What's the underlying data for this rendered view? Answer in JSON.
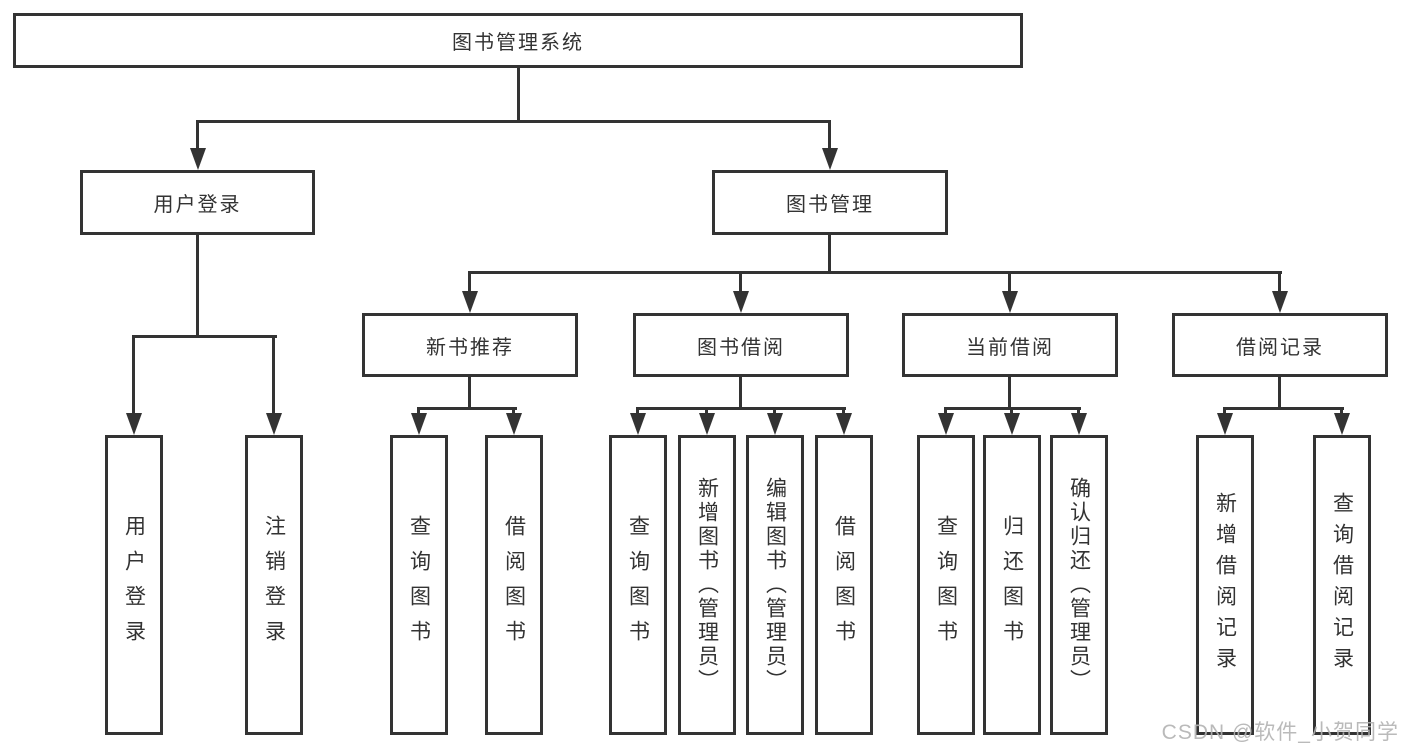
{
  "diagram": {
    "root": {
      "label": "图书管理系统"
    },
    "level2": [
      {
        "label": "用户登录",
        "parent": "图书管理系统"
      },
      {
        "label": "图书管理",
        "parent": "图书管理系统"
      }
    ],
    "level3": [
      {
        "label": "新书推荐",
        "parent": "图书管理"
      },
      {
        "label": "图书借阅",
        "parent": "图书管理"
      },
      {
        "label": "当前借阅",
        "parent": "图书管理"
      },
      {
        "label": "借阅记录",
        "parent": "图书管理"
      }
    ],
    "leaves": [
      {
        "label": "用户登录",
        "parent": "用户登录"
      },
      {
        "label": "注销登录",
        "parent": "用户登录"
      },
      {
        "label": "查询图书",
        "parent": "新书推荐"
      },
      {
        "label": "借阅图书",
        "parent": "新书推荐"
      },
      {
        "label": "查询图书",
        "parent": "图书借阅"
      },
      {
        "label": "新增图书（管理员）",
        "parent": "图书借阅"
      },
      {
        "label": "编辑图书（管理员）",
        "parent": "图书借阅"
      },
      {
        "label": "借阅图书",
        "parent": "图书借阅"
      },
      {
        "label": "查询图书",
        "parent": "当前借阅"
      },
      {
        "label": "归还图书",
        "parent": "当前借阅"
      },
      {
        "label": "确认归还（管理员）",
        "parent": "当前借阅"
      },
      {
        "label": "新增借阅记录",
        "parent": "借阅记录"
      },
      {
        "label": "查询借阅记录",
        "parent": "借阅记录"
      }
    ]
  },
  "watermark": {
    "text": "CSDN @软件_小贺同学"
  },
  "colors": {
    "line": "#333333",
    "text": "#333333",
    "background": "#ffffff",
    "watermark": "#b3b3b3"
  }
}
